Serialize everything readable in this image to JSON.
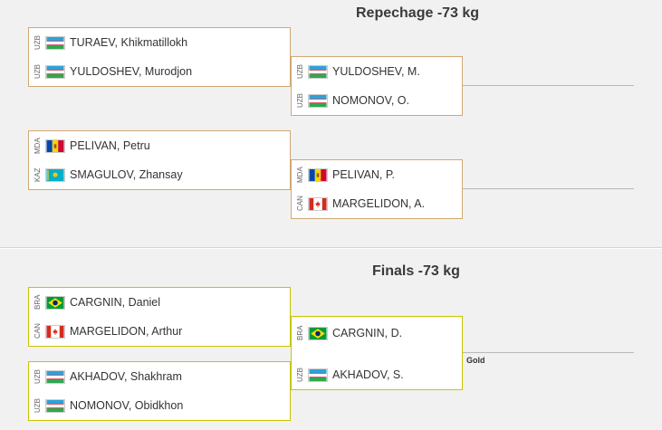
{
  "repechage": {
    "title": "Repechage -73 kg",
    "round1": [
      {
        "athletes": [
          {
            "code": "UZB",
            "flag": "uzb-flag-icon",
            "name": "TURAEV, Khikmatillokh"
          },
          {
            "code": "UZB",
            "flag": "uzb-flag-icon",
            "name": "YULDOSHEV, Murodjon"
          }
        ]
      },
      {
        "athletes": [
          {
            "code": "MDA",
            "flag": "mda-flag-icon",
            "name": "PELIVAN, Petru"
          },
          {
            "code": "KAZ",
            "flag": "kaz-flag-icon",
            "name": "SMAGULOV, Zhansay"
          }
        ]
      }
    ],
    "round2": [
      {
        "athletes": [
          {
            "code": "UZB",
            "flag": "uzb-flag-icon",
            "name": "YULDOSHEV, M."
          },
          {
            "code": "UZB",
            "flag": "uzb-flag-icon",
            "name": "NOMONOV, O."
          }
        ]
      },
      {
        "athletes": [
          {
            "code": "MDA",
            "flag": "mda-flag-icon",
            "name": "PELIVAN, P."
          },
          {
            "code": "CAN",
            "flag": "can-flag-icon",
            "name": "MARGELIDON, A."
          }
        ]
      }
    ]
  },
  "finals": {
    "title": "Finals -73 kg",
    "round1": [
      {
        "athletes": [
          {
            "code": "BRA",
            "flag": "bra-flag-icon",
            "name": "CARGNIN, Daniel"
          },
          {
            "code": "CAN",
            "flag": "can-flag-icon",
            "name": "MARGELIDON, Arthur"
          }
        ]
      },
      {
        "athletes": [
          {
            "code": "UZB",
            "flag": "uzb-flag-icon",
            "name": "AKHADOV, Shakhram"
          },
          {
            "code": "UZB",
            "flag": "uzb-flag-icon",
            "name": "NOMONOV, Obidkhon"
          }
        ]
      }
    ],
    "final": {
      "athletes": [
        {
          "code": "BRA",
          "flag": "bra-flag-icon",
          "name": "CARGNIN, D."
        },
        {
          "code": "UZB",
          "flag": "uzb-flag-icon",
          "name": "AKHADOV, S."
        }
      ]
    },
    "medal_label": "Gold"
  },
  "colors": {
    "repechage_border": "#d0a872",
    "finals_border": "#c8c400",
    "section_bg": "#f1f1f1"
  }
}
